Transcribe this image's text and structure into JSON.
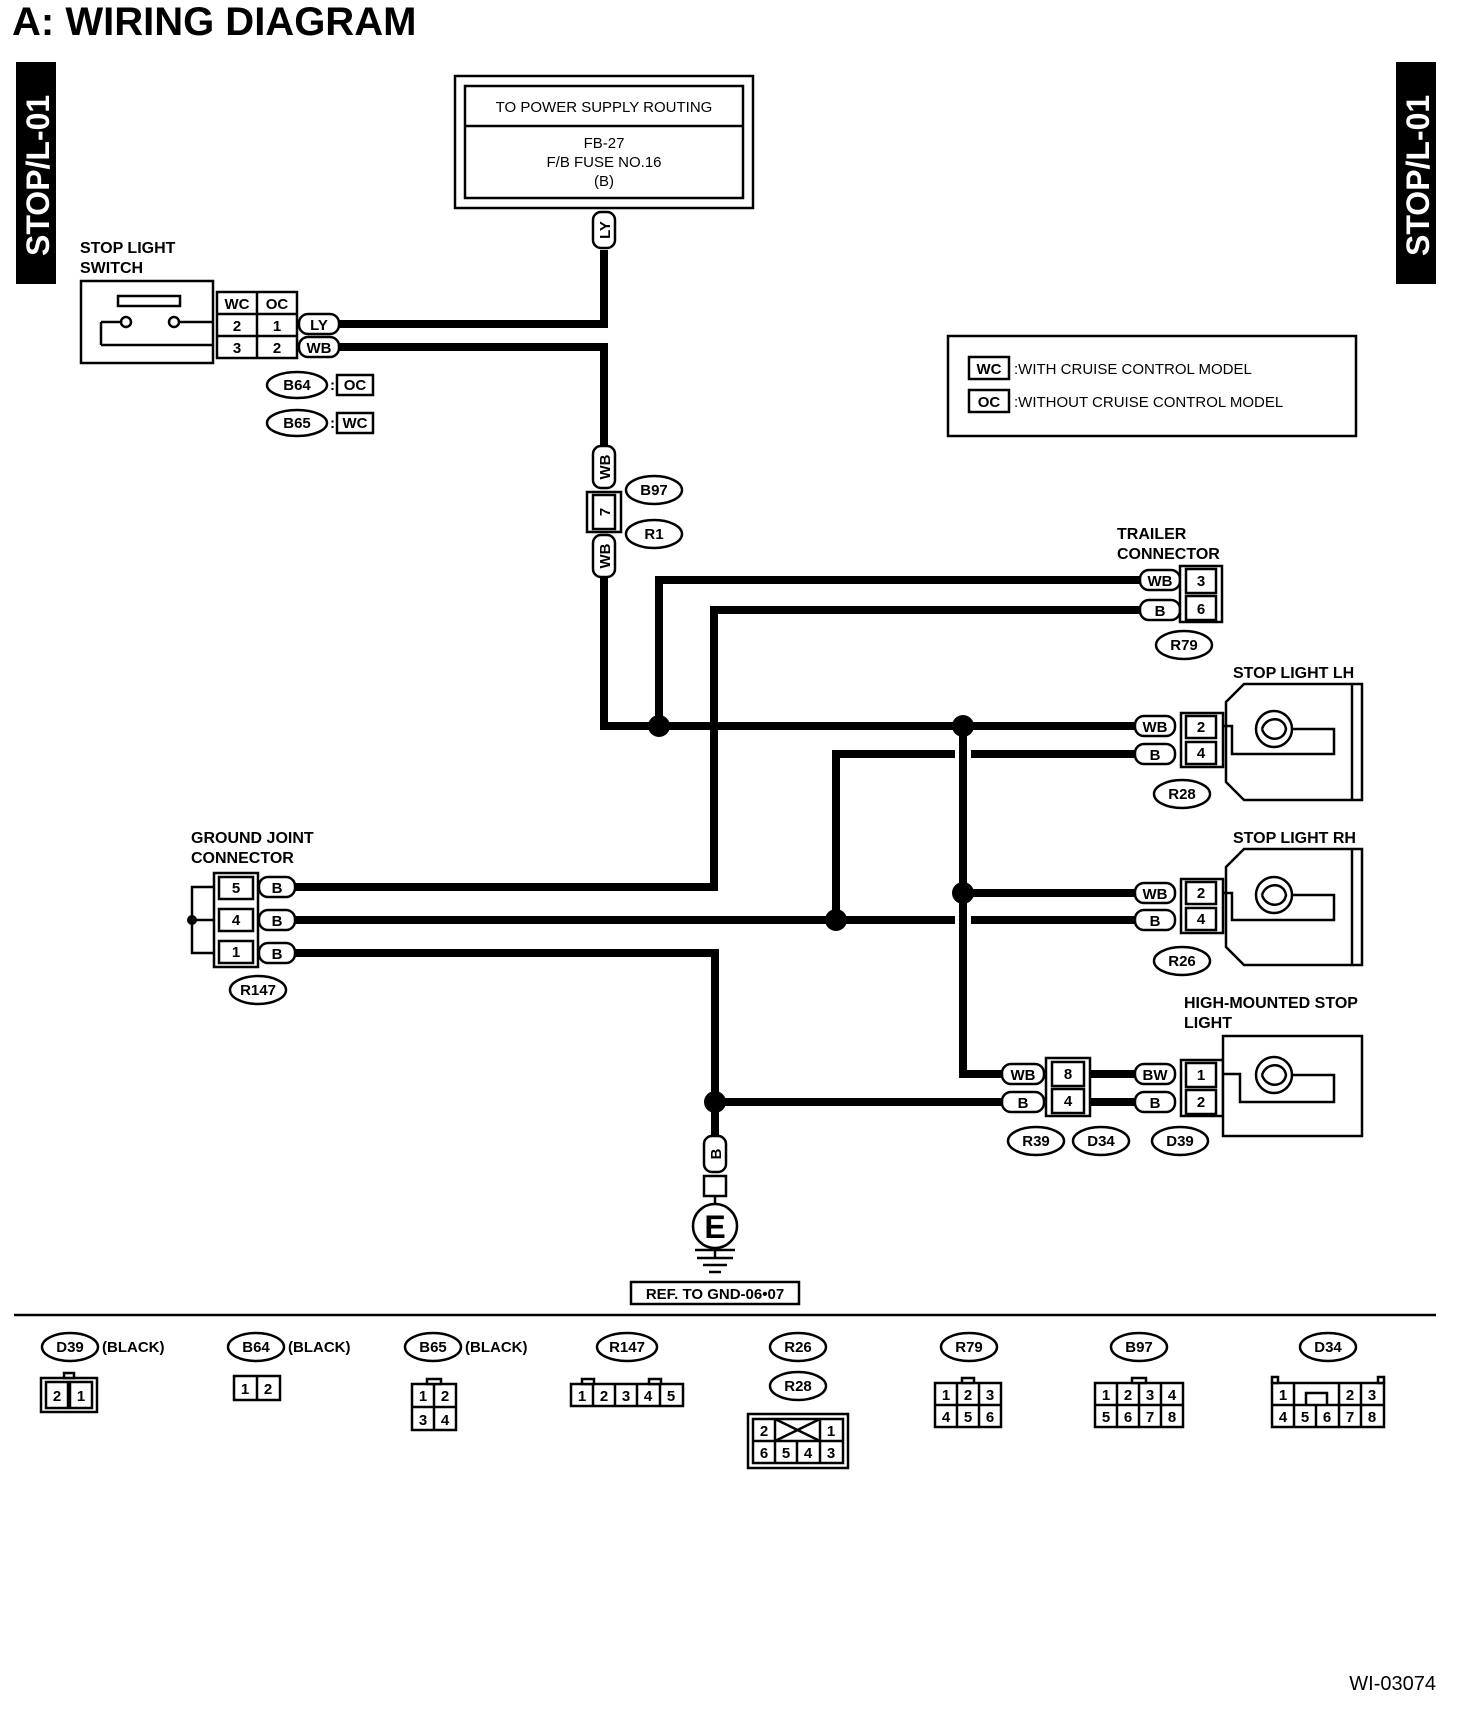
{
  "title": "A:  WIRING DIAGRAM",
  "side_tab": "STOP/L-01",
  "figure_id": "WI-03074",
  "power_box": {
    "header": "TO POWER SUPPLY ROUTING",
    "line1": "FB-27",
    "line2": "F/B FUSE NO.16",
    "line3": "(B)",
    "wire": "LY"
  },
  "legend": [
    {
      "code": "WC",
      "text": ":WITH CRUISE CONTROL MODEL"
    },
    {
      "code": "OC",
      "text": ":WITHOUT CRUISE CONTROL MODEL"
    }
  ],
  "stop_light_switch": {
    "label1": "STOP LIGHT",
    "label2": "SWITCH",
    "col_wc": "WC",
    "col_oc": "OC",
    "rows": [
      {
        "wc": "2",
        "oc": "1",
        "wire": "LY"
      },
      {
        "wc": "3",
        "oc": "2",
        "wire": "WB"
      }
    ],
    "connectors": [
      {
        "id": "B64",
        "model": "OC"
      },
      {
        "id": "B65",
        "model": "WC"
      }
    ]
  },
  "b97_r1": {
    "top_wire": "WB",
    "pin": "7",
    "bottom_wire": "WB",
    "conn1": "B97",
    "conn2": "R1"
  },
  "trailer": {
    "label1": "TRAILER",
    "label2": "CONNECTOR",
    "rows": [
      {
        "wire": "WB",
        "pin": "3"
      },
      {
        "wire": "B",
        "pin": "6"
      }
    ],
    "conn": "R79"
  },
  "stop_lh": {
    "label": "STOP LIGHT LH",
    "rows": [
      {
        "wire": "WB",
        "pin": "2"
      },
      {
        "wire": "B",
        "pin": "4"
      }
    ],
    "conn": "R28"
  },
  "stop_rh": {
    "label": "STOP LIGHT RH",
    "rows": [
      {
        "wire": "WB",
        "pin": "2"
      },
      {
        "wire": "B",
        "pin": "4"
      }
    ],
    "conn": "R26"
  },
  "high_mount": {
    "label1": "HIGH-MOUNTED STOP",
    "label2": "LIGHT",
    "left_rows": [
      {
        "wire": "WB",
        "pin": "8"
      },
      {
        "wire": "B",
        "pin": "4"
      }
    ],
    "right_rows": [
      {
        "wire": "BW",
        "pin": "1"
      },
      {
        "wire": "B",
        "pin": "2"
      }
    ],
    "conns": [
      "R39",
      "D34",
      "D39"
    ]
  },
  "ground_joint": {
    "label1": "GROUND JOINT",
    "label2": "CONNECTOR",
    "rows": [
      {
        "pin": "5",
        "wire": "B"
      },
      {
        "pin": "4",
        "wire": "B"
      },
      {
        "pin": "1",
        "wire": "B"
      }
    ],
    "conn": "R147"
  },
  "ground": {
    "wire": "B",
    "symbol": "E",
    "ref": "REF. TO GND-06•07"
  },
  "connector_views": [
    {
      "id": "D39",
      "color": "(BLACK)",
      "pins_top": [
        "2",
        "1"
      ],
      "pins_bottom": []
    },
    {
      "id": "B64",
      "color": "(BLACK)",
      "pins_top": [
        "1",
        "2"
      ],
      "pins_bottom": []
    },
    {
      "id": "B65",
      "color": "(BLACK)",
      "pins_top": [
        "1",
        "2"
      ],
      "pins_bottom": [
        "3",
        "4"
      ]
    },
    {
      "id": "R147",
      "color": "",
      "pins_top": [
        "1",
        "2",
        "3",
        "4",
        "5"
      ],
      "pins_bottom": []
    },
    {
      "id": "R26",
      "id2": "R28",
      "color": "",
      "pins_top": [
        "2",
        "1"
      ],
      "pins_bottom": [
        "6",
        "5",
        "4",
        "3"
      ]
    },
    {
      "id": "R79",
      "color": "",
      "pins_top": [
        "1",
        "2",
        "3"
      ],
      "pins_bottom": [
        "4",
        "5",
        "6"
      ]
    },
    {
      "id": "B97",
      "color": "",
      "pins_top": [
        "1",
        "2",
        "3",
        "4"
      ],
      "pins_bottom": [
        "5",
        "6",
        "7",
        "8"
      ]
    },
    {
      "id": "D34",
      "color": "",
      "pins_top": [
        "1",
        "2",
        "3"
      ],
      "pins_bottom": [
        "4",
        "5",
        "6",
        "7",
        "8"
      ]
    }
  ]
}
